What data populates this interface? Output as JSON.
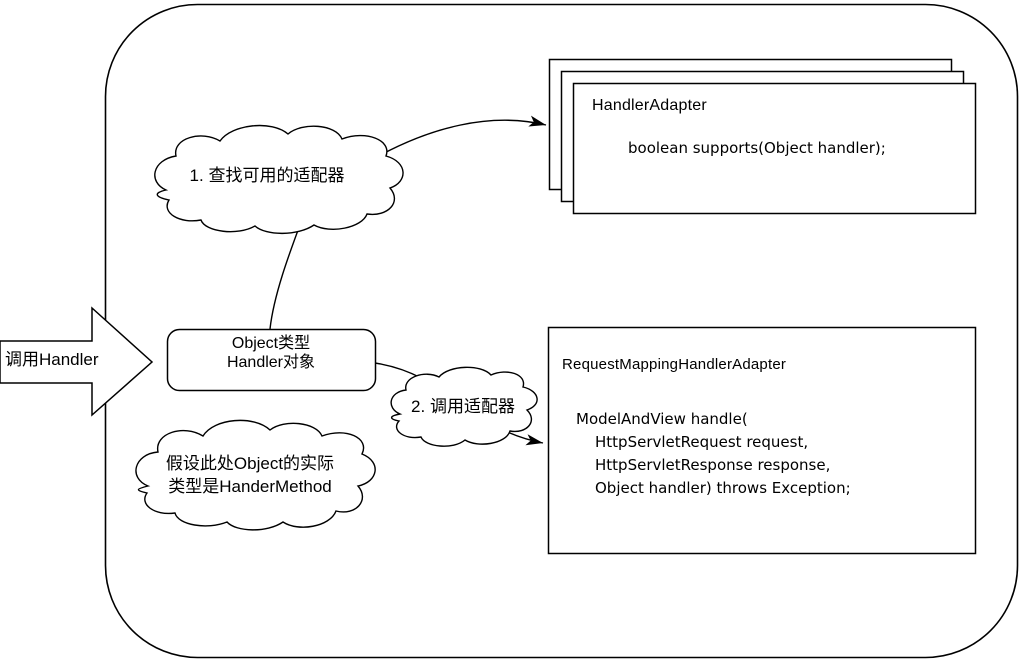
{
  "diagram": {
    "input_arrow": {
      "label": "调用Handler"
    },
    "object_box": {
      "lines": [
        "Object类型",
        "Handler对象"
      ]
    },
    "clouds": {
      "find_adapter": {
        "label": "1. 查找可用的适配器"
      },
      "call_adapter": {
        "label": "2. 调用适配器"
      },
      "assumption": {
        "lines": [
          "假设此处Object的实际",
          "类型是HanderMethod"
        ]
      }
    },
    "handler_adapter_box": {
      "title": "HandlerAdapter",
      "signature": "boolean supports(Object handler);"
    },
    "request_mapping_box": {
      "title": "RequestMappingHandlerAdapter",
      "code": [
        "ModelAndView handle(",
        "HttpServletRequest request,",
        "HttpServletResponse response,",
        "Object handler) throws Exception;"
      ]
    },
    "colors": {
      "stroke": "#000000",
      "fill": "#ffffff"
    }
  }
}
